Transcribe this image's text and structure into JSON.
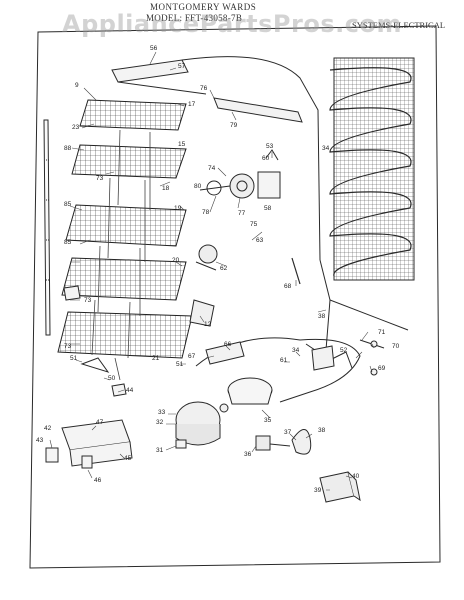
{
  "header": {
    "line1": "MONTGOMERY WARDS",
    "line2": "MODEL: FFT-43058-7B",
    "section": "SYSTEMS-ELECTRICAL"
  },
  "watermark": "AppliancePartsPros.com",
  "callouts": [
    "56",
    "57",
    "9",
    "17",
    "76",
    "79",
    "23",
    "88",
    "15",
    "34",
    "53",
    "60",
    "74",
    "80",
    "73",
    "18",
    "19",
    "78",
    "77",
    "58",
    "75",
    "85",
    "63",
    "85",
    "62",
    "20",
    "68",
    "73",
    "38",
    "71",
    "12",
    "42",
    "73",
    "66",
    "34",
    "52",
    "70",
    "51",
    "61",
    "67",
    "51",
    "44",
    "50",
    "69",
    "33",
    "35",
    "32",
    "37",
    "38",
    "31",
    "36",
    "47",
    "43",
    "45",
    "46",
    "39",
    "40",
    "21"
  ],
  "colors": {
    "line": "#2a2a2a",
    "watermark": "#999999"
  }
}
